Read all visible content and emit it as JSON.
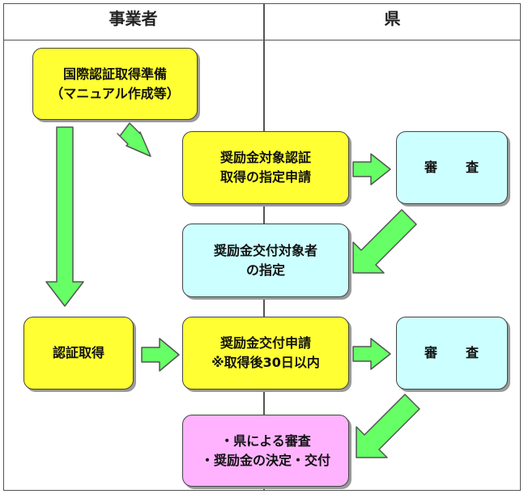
{
  "headers": {
    "business": "事業者",
    "prefecture": "県"
  },
  "boxes": {
    "certification_prep": "国際認証取得準備\n（マニュアル作成等）",
    "designation_application": "奨励金対象認証\n取得の指定申請",
    "review_1": "審　　査",
    "grant_designation": "奨励金交付対象者\nの指定",
    "certification_acquired": "認証取得",
    "grant_application": "奨励金交付申請\n※取得後30日以内",
    "review_2": "審　　査",
    "prefecture_decision": "・県による審査\n・奨励金の決定・交付"
  },
  "colors": {
    "business_box": "#ffff33",
    "review_box": "#ccffff",
    "decision_box": "#ffb3ff",
    "arrow_fill": "#66ff66",
    "arrow_stroke": "#555555"
  }
}
